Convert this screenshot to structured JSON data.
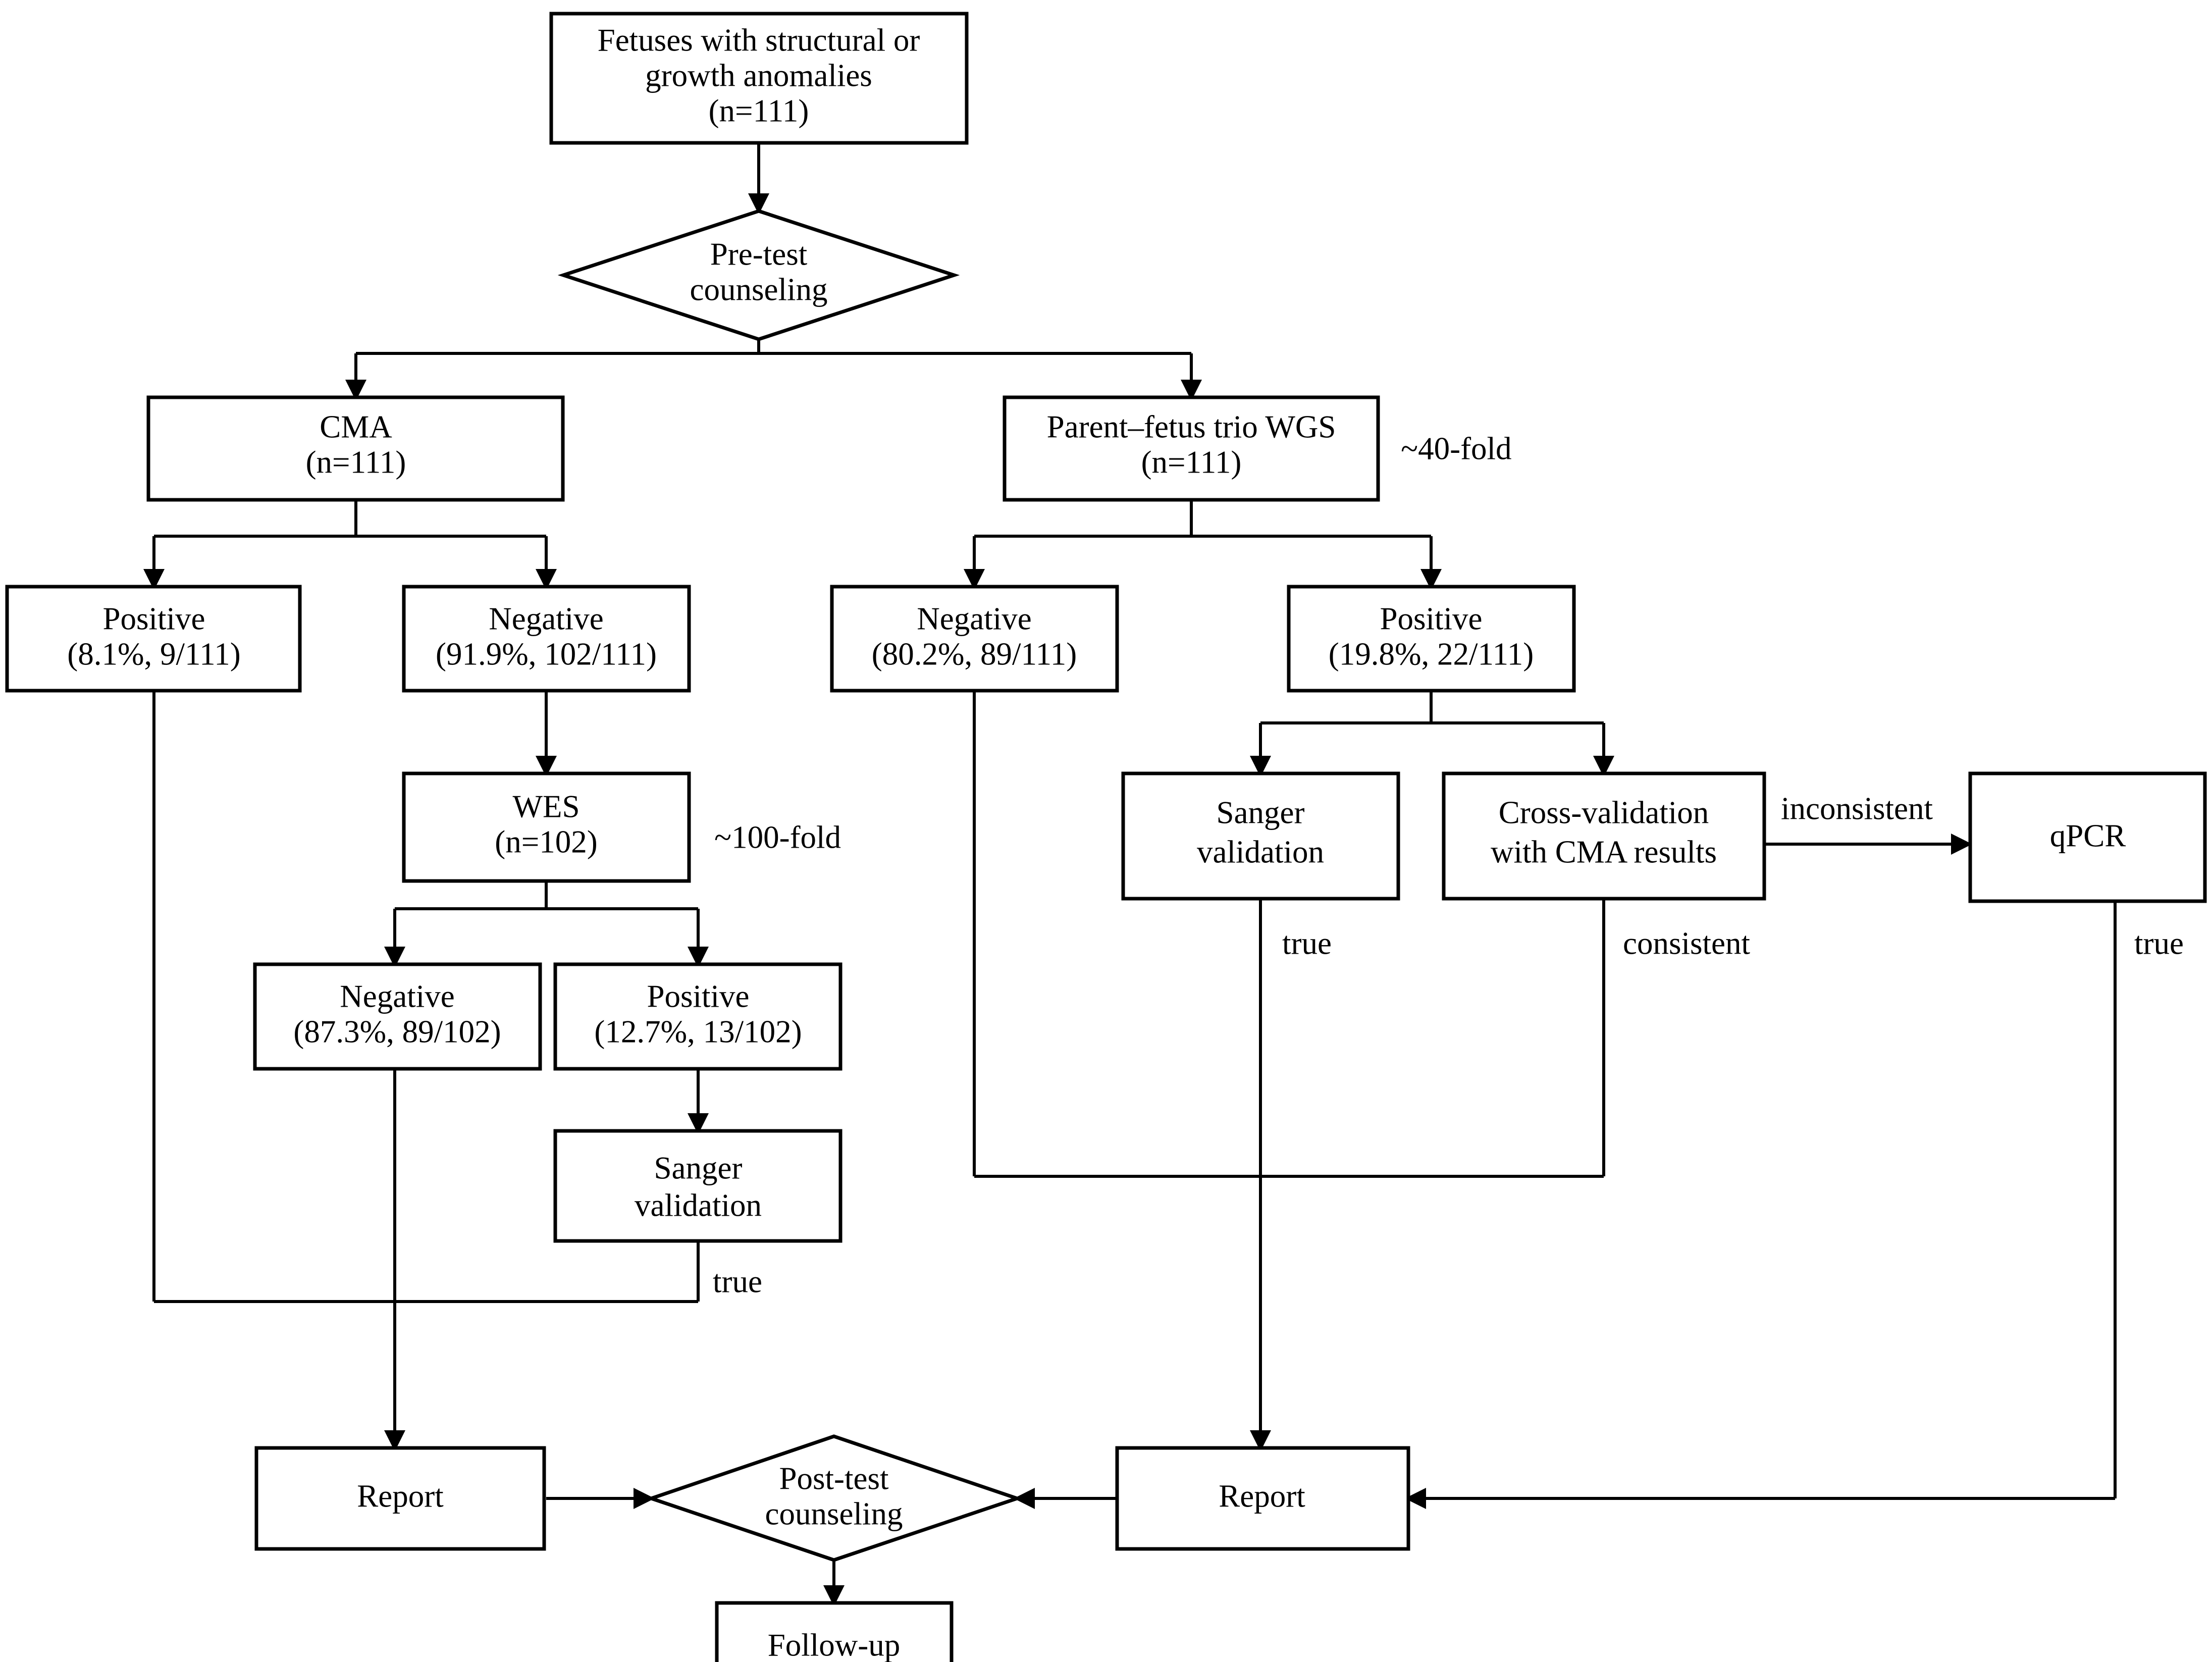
{
  "diagram": {
    "type": "flowchart",
    "title": "Prenatal genetic testing workflow",
    "orientation": "top-down",
    "colors": {
      "background": "#ffffff",
      "stroke": "#000000",
      "fill": "#ffffff",
      "text": "#000000"
    },
    "nodes": [
      {
        "id": "cohort",
        "shape": "rectangle",
        "lines": [
          "Fetuses with structural or",
          "growth anomalies",
          "(n=111)"
        ]
      },
      {
        "id": "pre_test",
        "shape": "diamond",
        "lines": [
          "Pre-test",
          "counseling"
        ]
      },
      {
        "id": "cma",
        "shape": "rectangle",
        "lines": [
          "CMA",
          "(n=111)"
        ]
      },
      {
        "id": "wgs",
        "shape": "rectangle",
        "lines": [
          "Parent–fetus trio WGS",
          "(n=111)"
        ]
      },
      {
        "id": "cma_positive",
        "shape": "rectangle",
        "lines": [
          "Positive",
          "(8.1%, 9/111)"
        ]
      },
      {
        "id": "cma_negative",
        "shape": "rectangle",
        "lines": [
          "Negative",
          "(91.9%, 102/111)"
        ]
      },
      {
        "id": "wgs_negative",
        "shape": "rectangle",
        "lines": [
          "Negative",
          "(80.2%, 89/111)"
        ]
      },
      {
        "id": "wgs_positive",
        "shape": "rectangle",
        "lines": [
          "Positive",
          "(19.8%, 22/111)"
        ]
      },
      {
        "id": "wes",
        "shape": "rectangle",
        "lines": [
          "WES",
          "(n=102)"
        ]
      },
      {
        "id": "sanger_right",
        "shape": "rectangle",
        "lines": [
          "Sanger",
          "validation"
        ]
      },
      {
        "id": "cross_validation",
        "shape": "rectangle",
        "lines": [
          "Cross-validation",
          "with CMA results"
        ]
      },
      {
        "id": "qpcr",
        "shape": "rectangle",
        "lines": [
          "qPCR"
        ]
      },
      {
        "id": "wes_negative",
        "shape": "rectangle",
        "lines": [
          "Negative",
          "(87.3%, 89/102)"
        ]
      },
      {
        "id": "wes_positive",
        "shape": "rectangle",
        "lines": [
          "Positive",
          "(12.7%, 13/102)"
        ]
      },
      {
        "id": "sanger_left",
        "shape": "rectangle",
        "lines": [
          "Sanger",
          "validation"
        ]
      },
      {
        "id": "report_left",
        "shape": "rectangle",
        "lines": [
          "Report"
        ]
      },
      {
        "id": "post_test",
        "shape": "diamond",
        "lines": [
          "Post-test",
          "counseling"
        ]
      },
      {
        "id": "report_right",
        "shape": "rectangle",
        "lines": [
          "Report"
        ]
      },
      {
        "id": "follow_up",
        "shape": "rectangle",
        "lines": [
          "Follow-up"
        ]
      }
    ],
    "annotations": [
      {
        "id": "coverage_wgs",
        "text": "~40-fold"
      },
      {
        "id": "coverage_wes",
        "text": "~100-fold"
      }
    ],
    "edge_labels": [
      {
        "id": "label_inconsistent",
        "text": "inconsistent"
      },
      {
        "id": "label_consistent",
        "text": "consistent"
      },
      {
        "id": "label_true_sanger_right",
        "text": "true"
      },
      {
        "id": "label_true_qpcr",
        "text": "true"
      },
      {
        "id": "label_true_sanger_left",
        "text": "true"
      }
    ]
  }
}
